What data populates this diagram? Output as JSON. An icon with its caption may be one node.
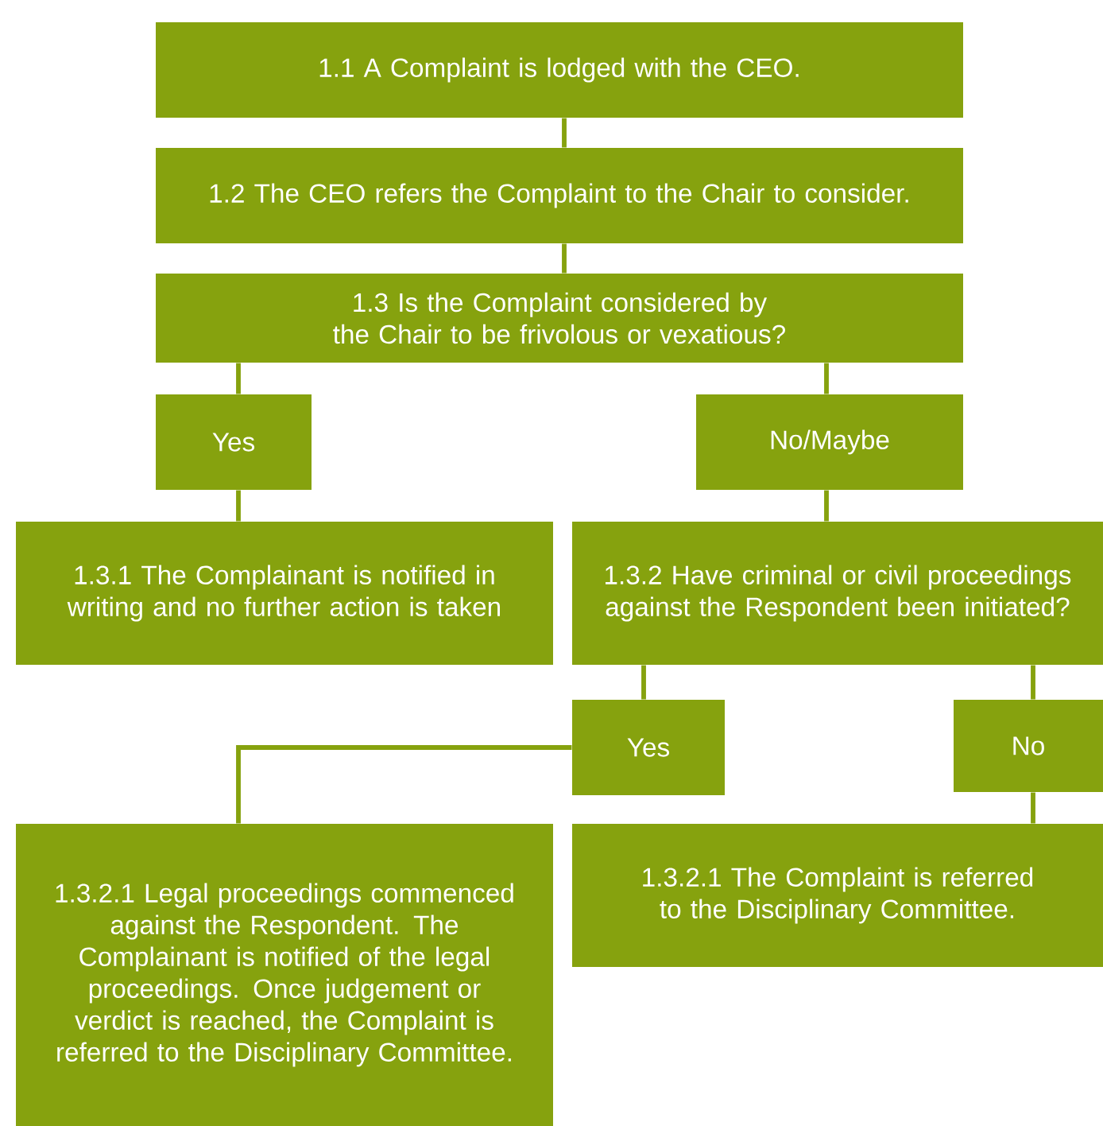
{
  "diagram": {
    "nodes": [
      {
        "text": [
          "1.1 A Complaint is lodged with the CEO."
        ]
      },
      {
        "text": [
          "1.2 The CEO refers the Complaint to the Chair to consider."
        ]
      },
      {
        "text": [
          "1.3 Is the Complaint considered by the Chair to be frivolous or vexatious?"
        ]
      },
      {
        "text": [
          "Yes"
        ]
      },
      {
        "text": [
          "No/Maybe"
        ]
      },
      {
        "text": [
          "1.3.1 The Complainant is notified in writing and no further action is taken"
        ]
      },
      {
        "text": [
          "1.3.2 Have criminal or civil proceedings against the Respondent been initiated?"
        ]
      },
      {
        "text": [
          "Yes"
        ]
      },
      {
        "text": [
          "No"
        ]
      },
      {
        "text": [
          "1.3.2.1 Legal proceedings commenced against the Respondent. The Complainant is notified of the legal proceedings. Once judgement or verdict is reached, the Complaint is referred to the Disciplinary Committee."
        ]
      },
      {
        "text": [
          "1.3.2.1 The Complaint is referred to the Disciplinary Committee."
        ]
      }
    ],
    "edges": [
      {
        "from": 0,
        "to": 1,
        "arrow": "none"
      },
      {
        "from": 1,
        "to": 2,
        "arrow": "none"
      },
      {
        "from": 2,
        "to": 3,
        "arrow": "none"
      },
      {
        "from": 2,
        "to": 4,
        "arrow": "none"
      },
      {
        "from": 3,
        "to": 5,
        "arrow": "none"
      },
      {
        "from": 4,
        "to": 6,
        "arrow": "none"
      },
      {
        "from": 6,
        "to": 7,
        "arrow": "none"
      },
      {
        "from": 6,
        "to": 8,
        "arrow": "none"
      },
      {
        "from": 7,
        "to": 9,
        "arrow": "none"
      },
      {
        "from": 8,
        "to": 10,
        "arrow": "none"
      }
    ]
  }
}
